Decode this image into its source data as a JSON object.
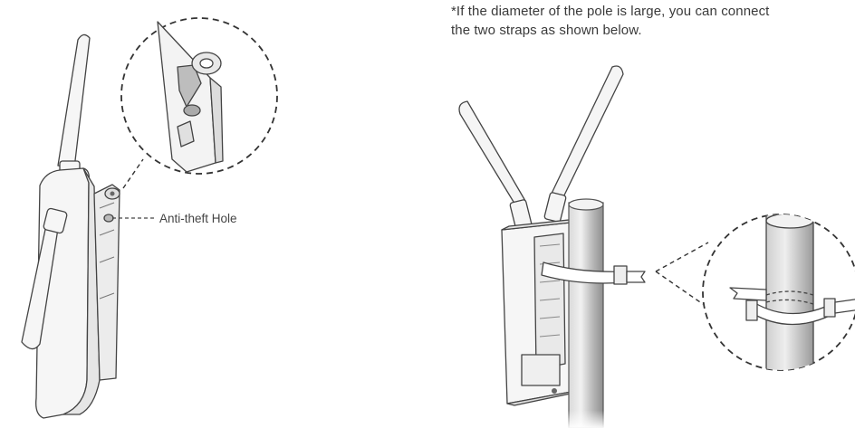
{
  "note": {
    "line1": "*If the diameter of the pole is large, you can connect",
    "line2": "the two straps as shown below."
  },
  "callout": {
    "anti_theft_label": "Anti-theft Hole"
  },
  "colors": {
    "line": "#444444",
    "pole_light": "#e9e9e9",
    "pole_mid": "#bdbdbd",
    "pole_dark": "#8f8f8f",
    "body_fill": "#f4f4f4",
    "text": "#3a3a3a"
  },
  "icons": {
    "screw": "screw-icon",
    "anti_theft_hole": "anti-theft-hole-icon"
  }
}
